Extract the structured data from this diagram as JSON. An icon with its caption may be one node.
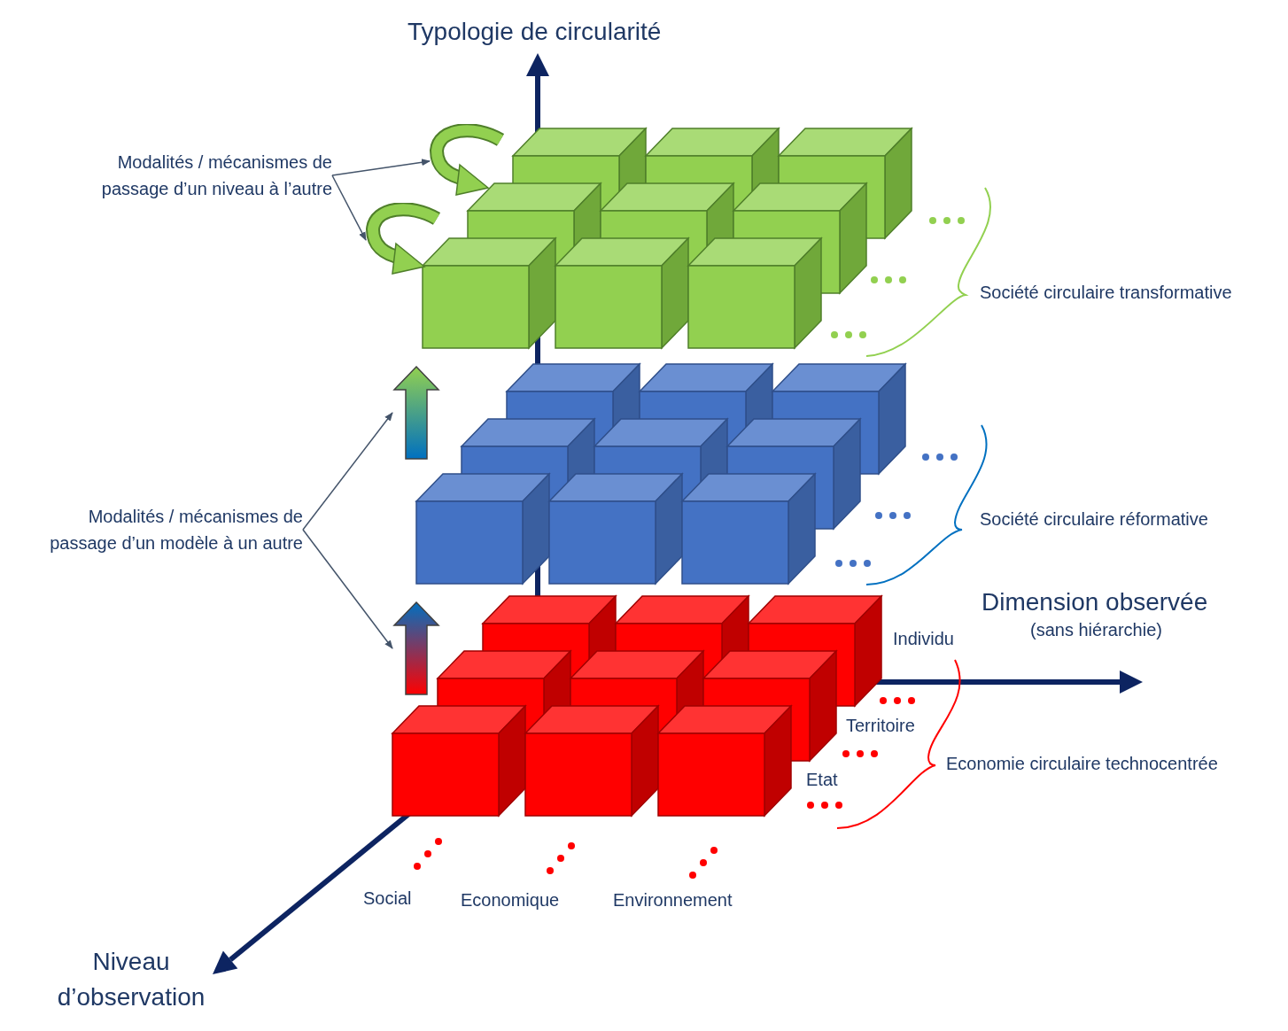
{
  "diagram": {
    "nodes": [
      {
        "text": [
          "Modalités / mécanismes de passage d’un niveau à l’autre"
        ]
      },
      {
        "text": [],
        "shape": "picture"
      },
      {
        "text": [],
        "shape": "picture"
      },
      {
        "text": [
          "Modalités / mécanismes de passage d’un modèle à un autre"
        ]
      },
      {
        "text": [],
        "shape": "picture"
      },
      {
        "text": [],
        "shape": "picture"
      }
    ],
    "edges": [
      {
        "from": 0,
        "to": 1,
        "arrow": "to"
      },
      {
        "from": 0,
        "to": 2,
        "arrow": "to"
      },
      {
        "from": 3,
        "to": 4,
        "arrow": "to"
      },
      {
        "from": 3,
        "to": 5,
        "arrow": "to"
      }
    ],
    "labels": [
      "Typologie de circularité",
      "Société circulaire transformative",
      "Société circulaire réformative",
      "Dimension observée",
      "(sans hiérarchie)",
      "Individu",
      "Territoire",
      "Economie circulaire technocentrée",
      "Etat",
      "Social",
      "Economique",
      "Environnement",
      "Niveau d’observation"
    ]
  }
}
